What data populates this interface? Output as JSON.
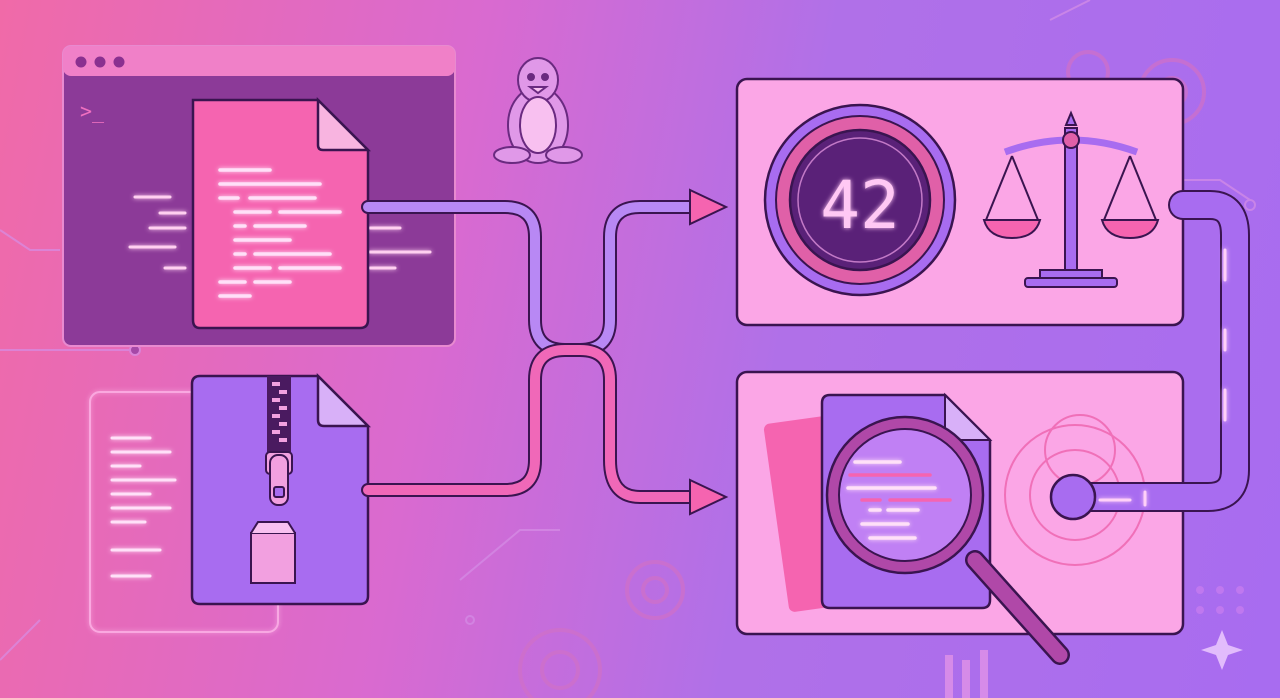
{
  "illustration": {
    "terminal_prompt": ">_",
    "score_display": "42",
    "colors": {
      "pink": "#f564b0",
      "purple": "#a86cf0",
      "dark": "#3a1450",
      "panel": "#f9a3e4",
      "gauge_bg": "#5a2178"
    },
    "icons": [
      "terminal-window",
      "linux-penguin",
      "source-file",
      "zip-archive-file",
      "score-gauge",
      "balance-scale",
      "magnifying-glass",
      "gear"
    ]
  }
}
